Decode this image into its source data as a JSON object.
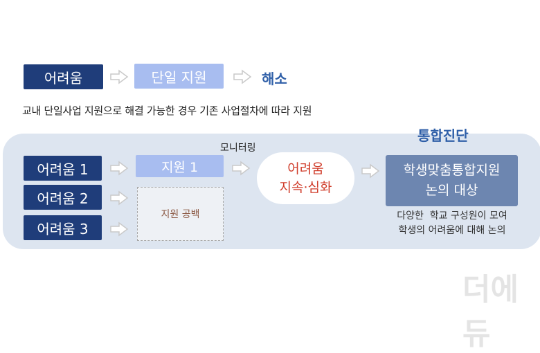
{
  "top_row": {
    "difficulty": "어려움",
    "single_support": "단일 지원",
    "resolve": "해소"
  },
  "description": "교내 단일사업 지원으로 해결 가능한 경우 기존 사업절차에 따라 지원",
  "panel": {
    "integrated_title": "통합진단",
    "difficulties": [
      "어려움 1",
      "어려움 2",
      "어려움 3"
    ],
    "support1": "지원 1",
    "support_gap": "지원 공백",
    "monitoring": "모니터링",
    "worsen_line1": "어려움",
    "worsen_line2": "지속·심화",
    "target_line1": "학생맞춤통합지원",
    "target_line2": "논의 대상",
    "note_line1": "다양한  학교 구성원이 모여",
    "note_line2": "학생의 어려움에 대해 논의"
  },
  "watermark": "더에듀",
  "colors": {
    "navy": "#1f3d7a",
    "light_blue": "#a8bdf0",
    "accent_blue": "#2f5fa8",
    "red": "#d03d2b",
    "target_box": "#6d86b0",
    "panel_bg": "#dde5f0"
  }
}
